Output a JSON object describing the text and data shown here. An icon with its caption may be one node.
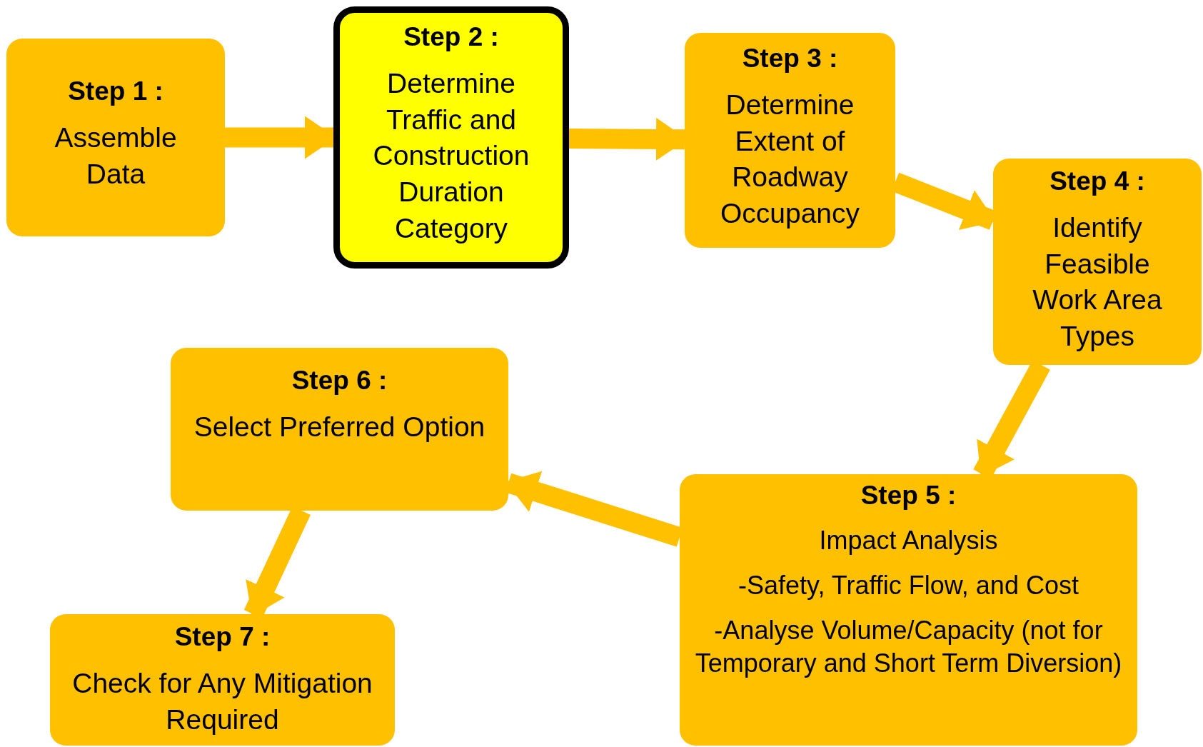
{
  "diagram": {
    "nodes": [
      {
        "text": [
          "Step 1 :",
          "Assemble Data"
        ]
      },
      {
        "text": [
          "Step 2 :",
          "Determine Traffic and Construction Duration Category"
        ]
      },
      {
        "text": [
          "Step 3 :",
          "Determine Extent of Roadway Occupancy"
        ]
      },
      {
        "text": [
          "Step 4 :",
          "Identify Feasible Work Area Types"
        ]
      },
      {
        "text": [
          "Step 5 :",
          "Impact Analysis",
          "-Safety, Traffic Flow, and Cost",
          "-Analyse Volume/Capacity (not for Temporary and Short Term Diversion)"
        ]
      },
      {
        "text": [
          "Step 6 :",
          "Select Preferred Option"
        ]
      },
      {
        "text": [
          "Step 7 :",
          "Check for Any Mitigation Required"
        ]
      }
    ],
    "edges": [
      {
        "from": 0,
        "to": 1,
        "arrow": "to"
      },
      {
        "from": 1,
        "to": 2,
        "arrow": "to"
      },
      {
        "from": 2,
        "to": 3,
        "arrow": "to"
      },
      {
        "from": 3,
        "to": 4,
        "arrow": "to"
      },
      {
        "from": 4,
        "to": 5,
        "arrow": "to"
      },
      {
        "from": 5,
        "to": 6,
        "arrow": "to"
      }
    ]
  }
}
